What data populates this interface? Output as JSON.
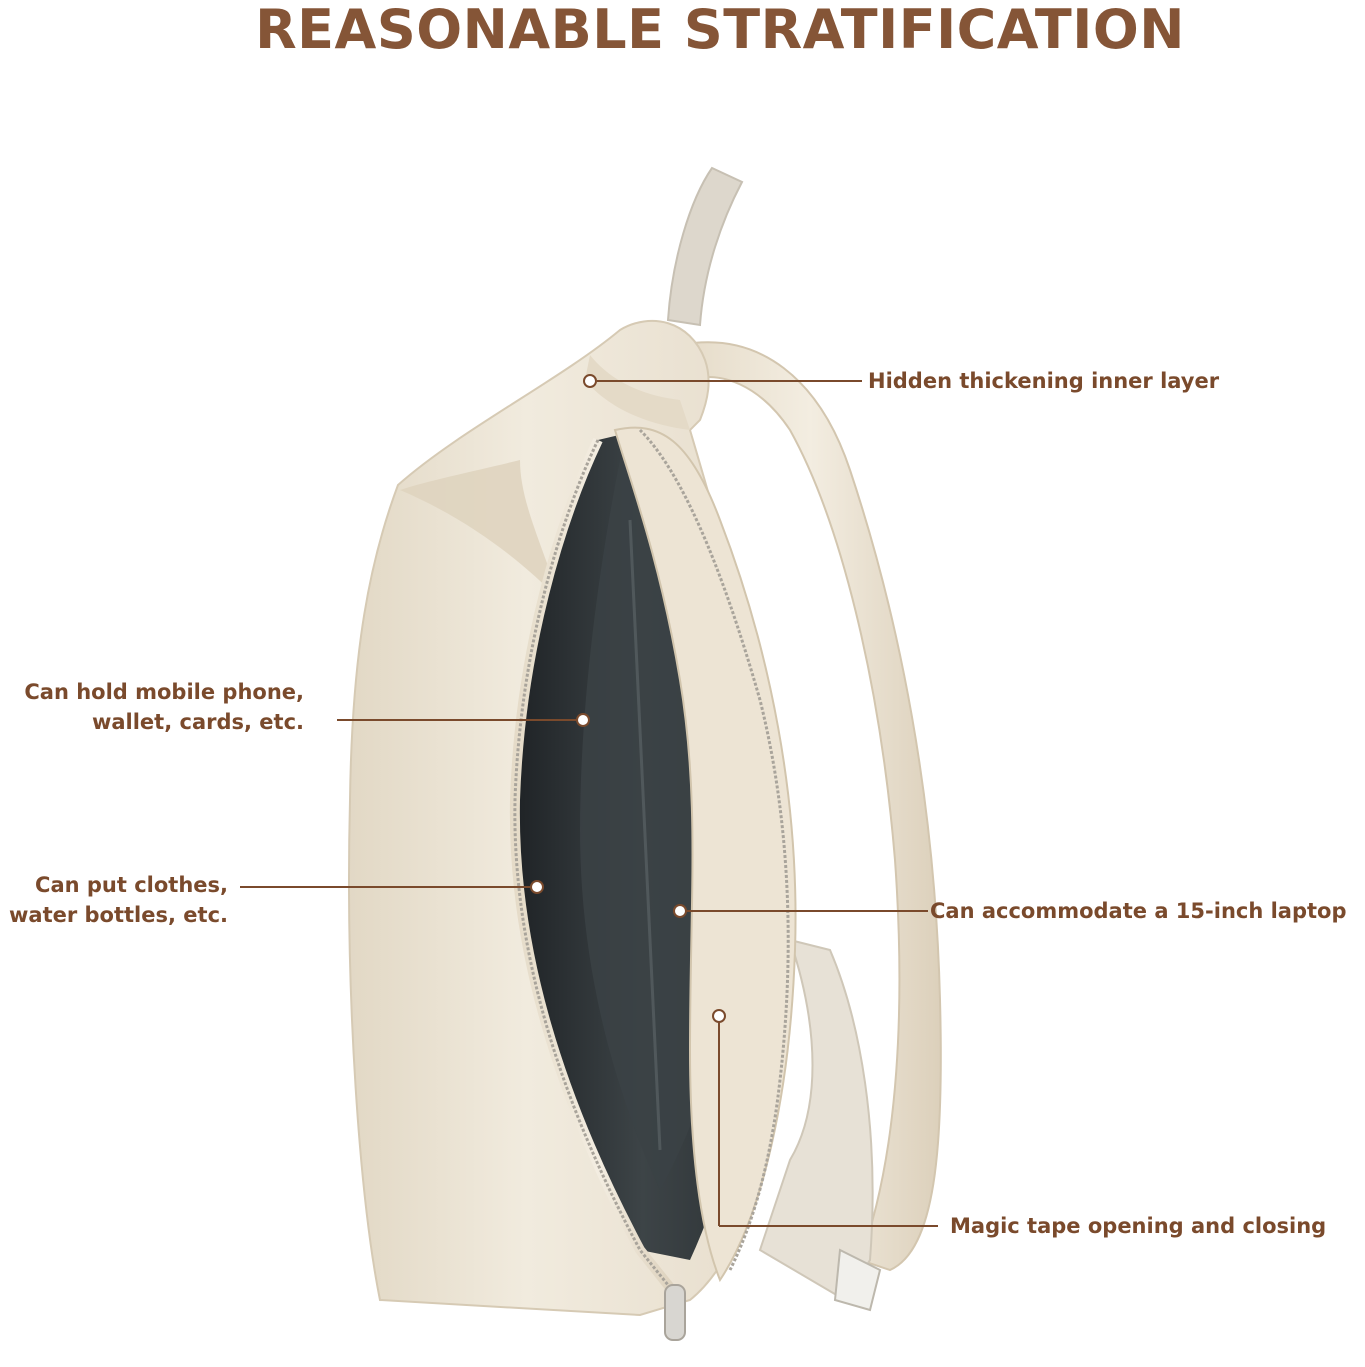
{
  "header": {
    "title": "REASONABLE STRATIFICATION"
  },
  "colors": {
    "title": "#855537",
    "label": "#7a4a2c",
    "leader": "#7a4a2c",
    "fabric": "#ece3d3",
    "fabric_shadow": "#d9cdb8",
    "lining": "#2e3336",
    "lining_light": "#4a5154",
    "zipper": "#b9b5ae"
  },
  "callouts": {
    "inner_layer": "Hidden thickening inner layer",
    "phone_line1": "Can hold mobile phone,",
    "phone_line2": "wallet, cards, etc.",
    "clothes_line1": "Can put clothes,",
    "clothes_line2": "water bottles, etc.",
    "laptop": "Can accommodate a 15-inch laptop",
    "magic_tape": "Magic tape opening and closing"
  }
}
